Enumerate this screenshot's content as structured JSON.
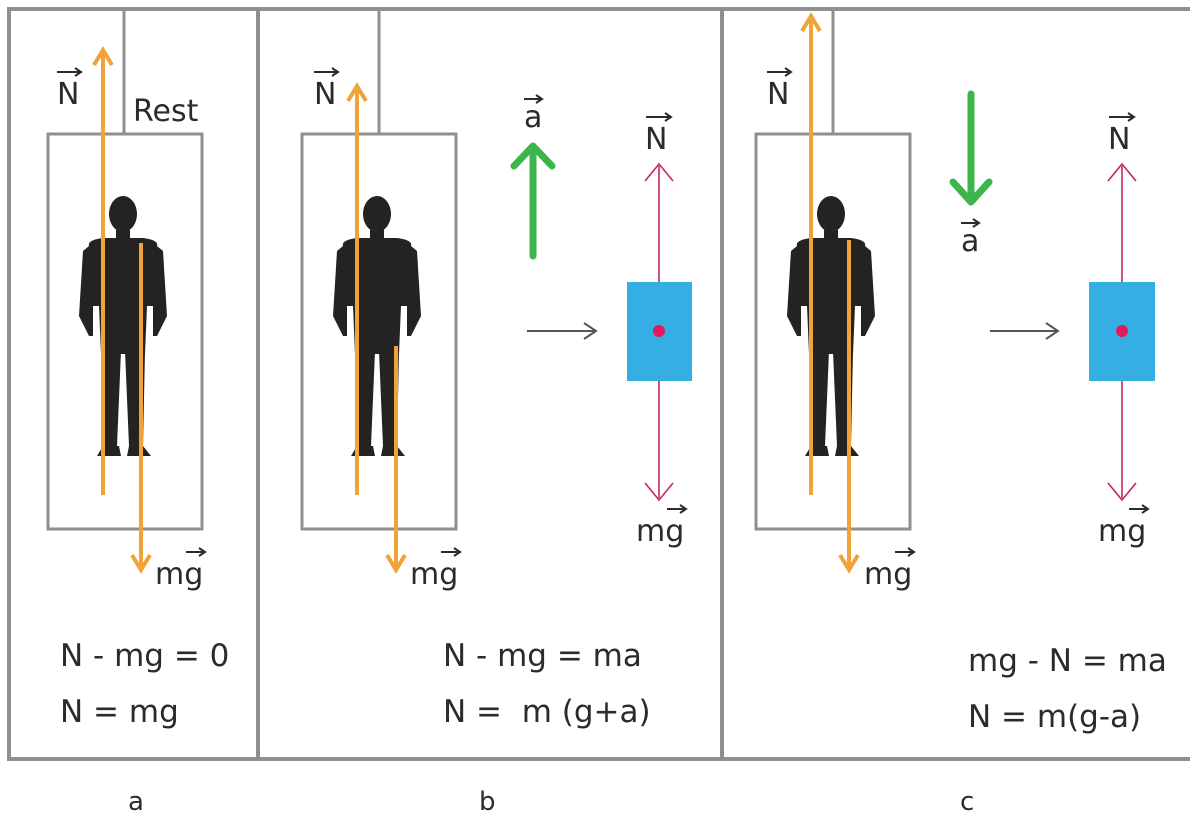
{
  "colors": {
    "frame": "#8f8f8f",
    "person": "#232323",
    "force_arrow": "#f2a23b",
    "acceleration_arrow": "#3cb54a",
    "block": "#35aee3",
    "block_force_arrow": "#c7275f",
    "center_dot": "#e5175f",
    "transition_arrow": "#555555"
  },
  "panels": [
    {
      "caption": "a",
      "state_label": "Rest",
      "normal_label": "N",
      "weight_label": "mg",
      "equations": [
        "N - mg = 0",
        "N = mg"
      ]
    },
    {
      "caption": "b",
      "acceleration_label": "a",
      "acceleration_direction": "up",
      "normal_label": "N",
      "weight_label": "mg",
      "fbd_normal_label": "N",
      "fbd_weight_label": "mg",
      "equations": [
        "N - mg = ma",
        "N =  m (g+a)"
      ]
    },
    {
      "caption": "c",
      "acceleration_label": "a",
      "acceleration_direction": "down",
      "normal_label": "N",
      "weight_label": "mg",
      "fbd_normal_label": "N",
      "fbd_weight_label": "mg",
      "equations": [
        "mg - N = ma",
        "N = m(g-a)"
      ]
    }
  ]
}
